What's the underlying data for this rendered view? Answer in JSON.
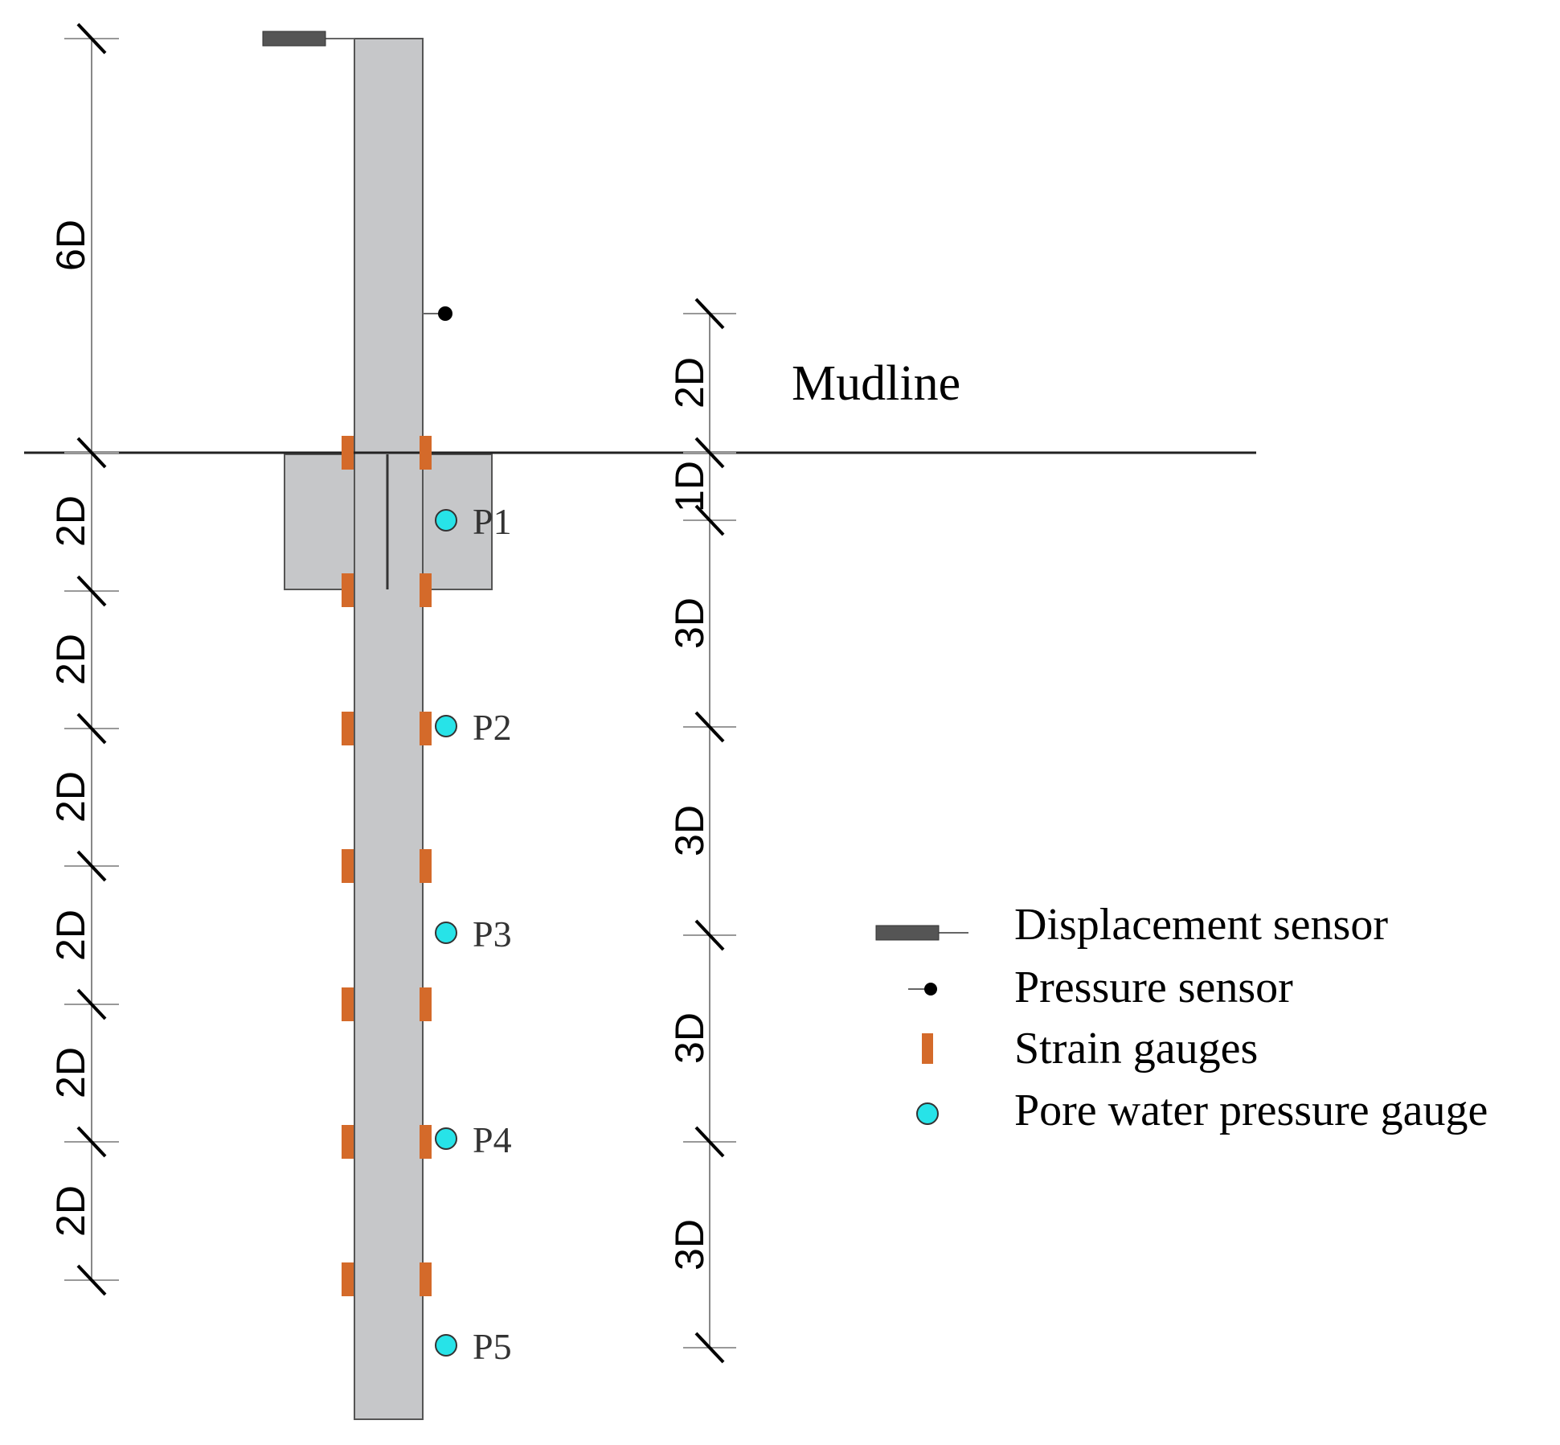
{
  "mudline_label": "Mudline",
  "left_dimensions": [
    "6D",
    "2D",
    "2D",
    "2D",
    "2D",
    "2D",
    "2D"
  ],
  "right_dimensions": [
    "2D",
    "1D",
    "3D",
    "3D",
    "3D",
    "3D"
  ],
  "pore_gauges": [
    "P1",
    "P2",
    "P3",
    "P4",
    "P5"
  ],
  "legend": {
    "displacement_sensor": "Displacement sensor",
    "pressure_sensor": "Pressure sensor",
    "strain_gauges": "Strain gauges",
    "pore_water_pressure_gauge": "Pore water pressure gauge"
  },
  "colors": {
    "pile": "#c6c7c9",
    "strain_gauge": "#d46a2a",
    "pore_gauge": "#27e3e8",
    "displacement_sensor": "#555555"
  }
}
